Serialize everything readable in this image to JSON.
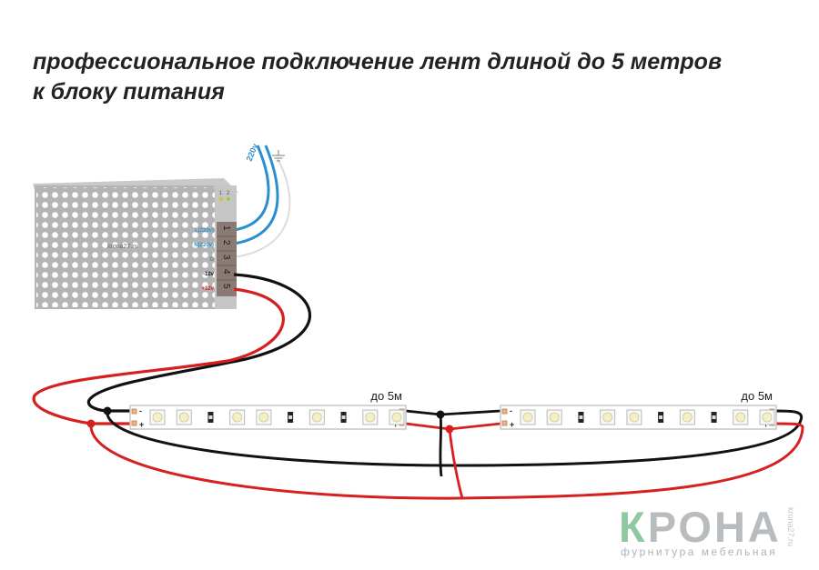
{
  "title": {
    "line1": "профессиональное подключение лент длиной до 5 метров",
    "line2": "к блоку питания"
  },
  "power_supply": {
    "watermark": "krona27.ru",
    "indicator_labels": [
      "1",
      "2"
    ],
    "terminals": [
      {
        "label": "L(220v)",
        "number": "1",
        "color": "#2a8fd0"
      },
      {
        "label": "N(220v)",
        "number": "2",
        "color": "#2a8fd0"
      },
      {
        "label": "G",
        "number": "3",
        "color": "#777777"
      },
      {
        "label": "-12v",
        "number": "4",
        "color": "#111111"
      },
      {
        "label": "+12v",
        "number": "5",
        "color": "#d62020"
      }
    ]
  },
  "mains_label": "220v",
  "ground_icon": "ground-icon",
  "strips": [
    {
      "length_label": "до 5м",
      "minus": "-",
      "plus": "+"
    },
    {
      "length_label": "до 5м",
      "minus": "-",
      "plus": "+"
    }
  ],
  "colors": {
    "positive": "#d62020",
    "negative": "#111111",
    "mains": "#2a8fd0"
  },
  "logo": {
    "brand_k": "К",
    "brand_rest": "РОНА",
    "subtitle": "фурнитура мебельная",
    "site": "krona27.ru"
  }
}
